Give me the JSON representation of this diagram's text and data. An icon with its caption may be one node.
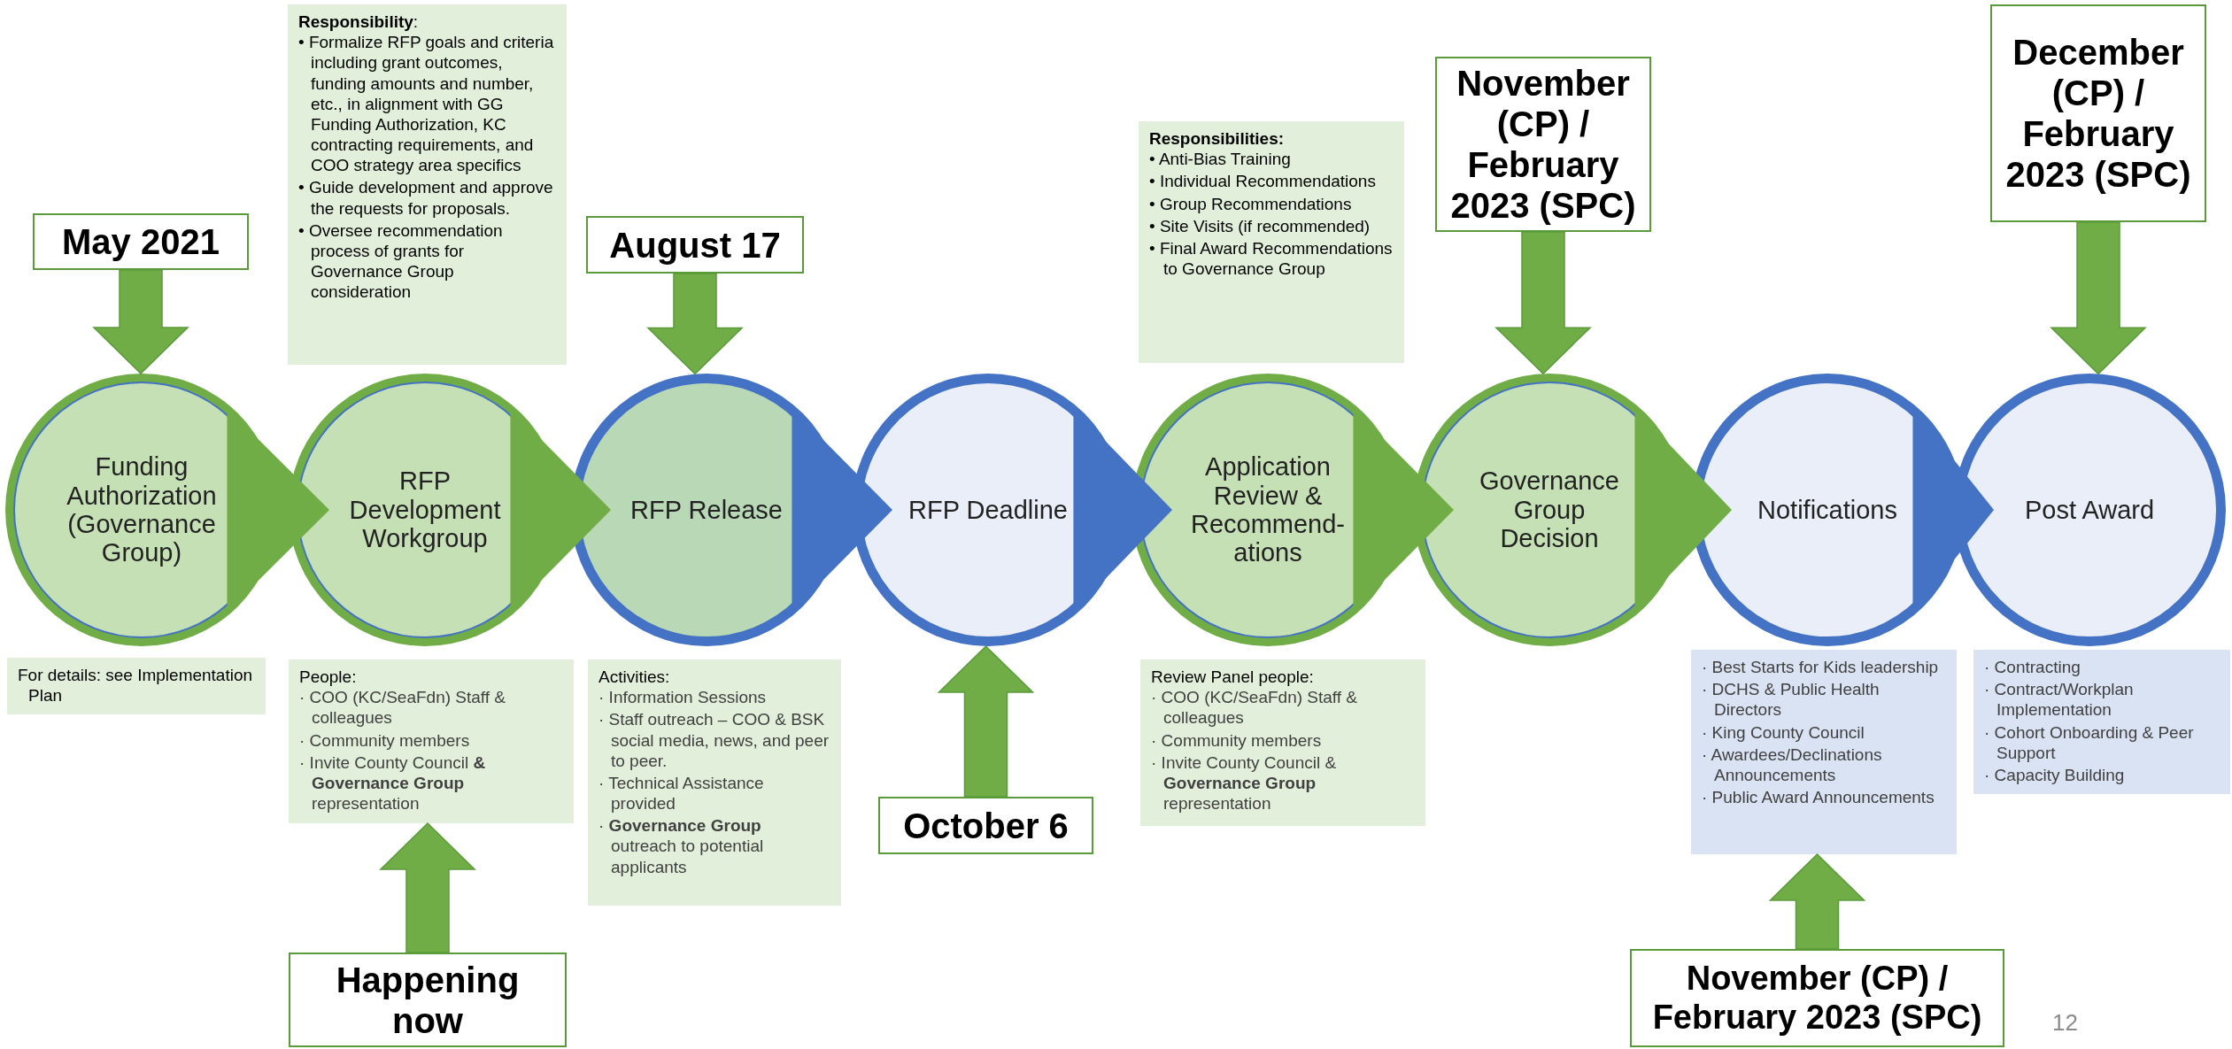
{
  "diagram": {
    "nodes": [
      {
        "text": [
          "**Responsibility**:",
          "• Formalize RFP goals and criteria including grant outcomes, funding amounts and number, etc., in alignment with GG Funding Authorization, KC contracting requirements, and COO strategy area specifics",
          "• Guide development and approve the requests for proposals.",
          "• Oversee recommendation process of grants for Governance Group consideration"
        ]
      },
      {
        "text": [
          "May 2021"
        ]
      },
      {
        "text": [
          "August 17"
        ]
      },
      {
        "text": [
          "Responsibilities:",
          "• Anti-Bias Training",
          "• Individual Recommendations",
          "• Group Recommendations",
          "• Site Visits (if recommended)",
          "• Final Award Recommendations to Governance Group"
        ]
      },
      {
        "text": [
          "November (CP) / February 2023 (SPC)"
        ]
      },
      {
        "text": [
          "December (CP) / February 2023 (SPC)"
        ]
      },
      {
        "text": [
          "Funding Authorization (Governance Group)"
        ]
      },
      {
        "text": [
          "RFP Development Workgroup"
        ]
      },
      {
        "text": [
          "RFP Release"
        ]
      },
      {
        "text": [
          "RFP Deadline"
        ]
      },
      {
        "text": [
          "Application Review & Recommend-ations"
        ]
      },
      {
        "text": [
          "Governance Group Decision"
        ]
      },
      {
        "text": [
          "Notifications"
        ]
      },
      {
        "text": [
          "Post Award"
        ]
      },
      {
        "text": [
          "For details: see Implementation Plan"
        ]
      },
      {
        "text": [
          "People:",
          "· COO (KC/SeaFdn) Staff & colleagues",
          "· Community members",
          "· Invite County Council **& Governance Group** representation"
        ]
      },
      {
        "text": [
          "Activities:",
          "· Information Sessions",
          "· Staff outreach – COO & BSK social media, news, and peer to peer.",
          "· Technical Assistance provided",
          "· **Governance Group** outreach to potential applicants"
        ]
      },
      {
        "text": [
          "Review Panel people:",
          "· COO (KC/SeaFdn) Staff & colleagues",
          "· Community members",
          "· Invite County Council & **Governance Group** representation"
        ]
      },
      {
        "text": [
          "· Best Starts for Kids leadership",
          "· DCHS & Public Health Directors",
          "· King County Council",
          "· Awardees/Declinations Announcements",
          "· Public Award Announcements"
        ]
      },
      {
        "text": [
          "· Contracting",
          "· Contract/Workplan Implementation",
          "· Cohort Onboarding & Peer Support",
          "· Capacity Building"
        ]
      },
      {
        "text": [
          "October 6"
        ]
      },
      {
        "text": [
          "Happening now"
        ]
      },
      {
        "text": [
          "November (CP) / February 2023 (SPC)"
        ]
      }
    ],
    "edges": [
      {
        "from": 6,
        "to": 7,
        "arrow": "to"
      },
      {
        "from": 7,
        "to": 8,
        "arrow": "to"
      },
      {
        "from": 8,
        "to": 9,
        "arrow": "to",
        "color": "#4472c4"
      },
      {
        "from": 9,
        "to": 10,
        "arrow": "to",
        "color": "#4472c4"
      },
      {
        "from": 10,
        "to": 11,
        "arrow": "to"
      },
      {
        "from": 11,
        "to": 12,
        "arrow": "to"
      },
      {
        "from": 12,
        "to": 13,
        "arrow": "to",
        "color": "#4472c4"
      },
      {
        "from": 1,
        "to": 6,
        "arrow": "to"
      },
      {
        "from": 2,
        "to": 8,
        "arrow": "to"
      },
      {
        "from": 4,
        "to": 11,
        "arrow": "to"
      },
      {
        "from": 5,
        "to": 13,
        "arrow": "to"
      },
      {
        "from": 20,
        "to": 9,
        "arrow": "to"
      },
      {
        "from": 21,
        "to": 15,
        "arrow": "to"
      },
      {
        "from": 22,
        "to": 18,
        "arrow": "to"
      }
    ],
    "labels": [
      "12"
    ]
  }
}
